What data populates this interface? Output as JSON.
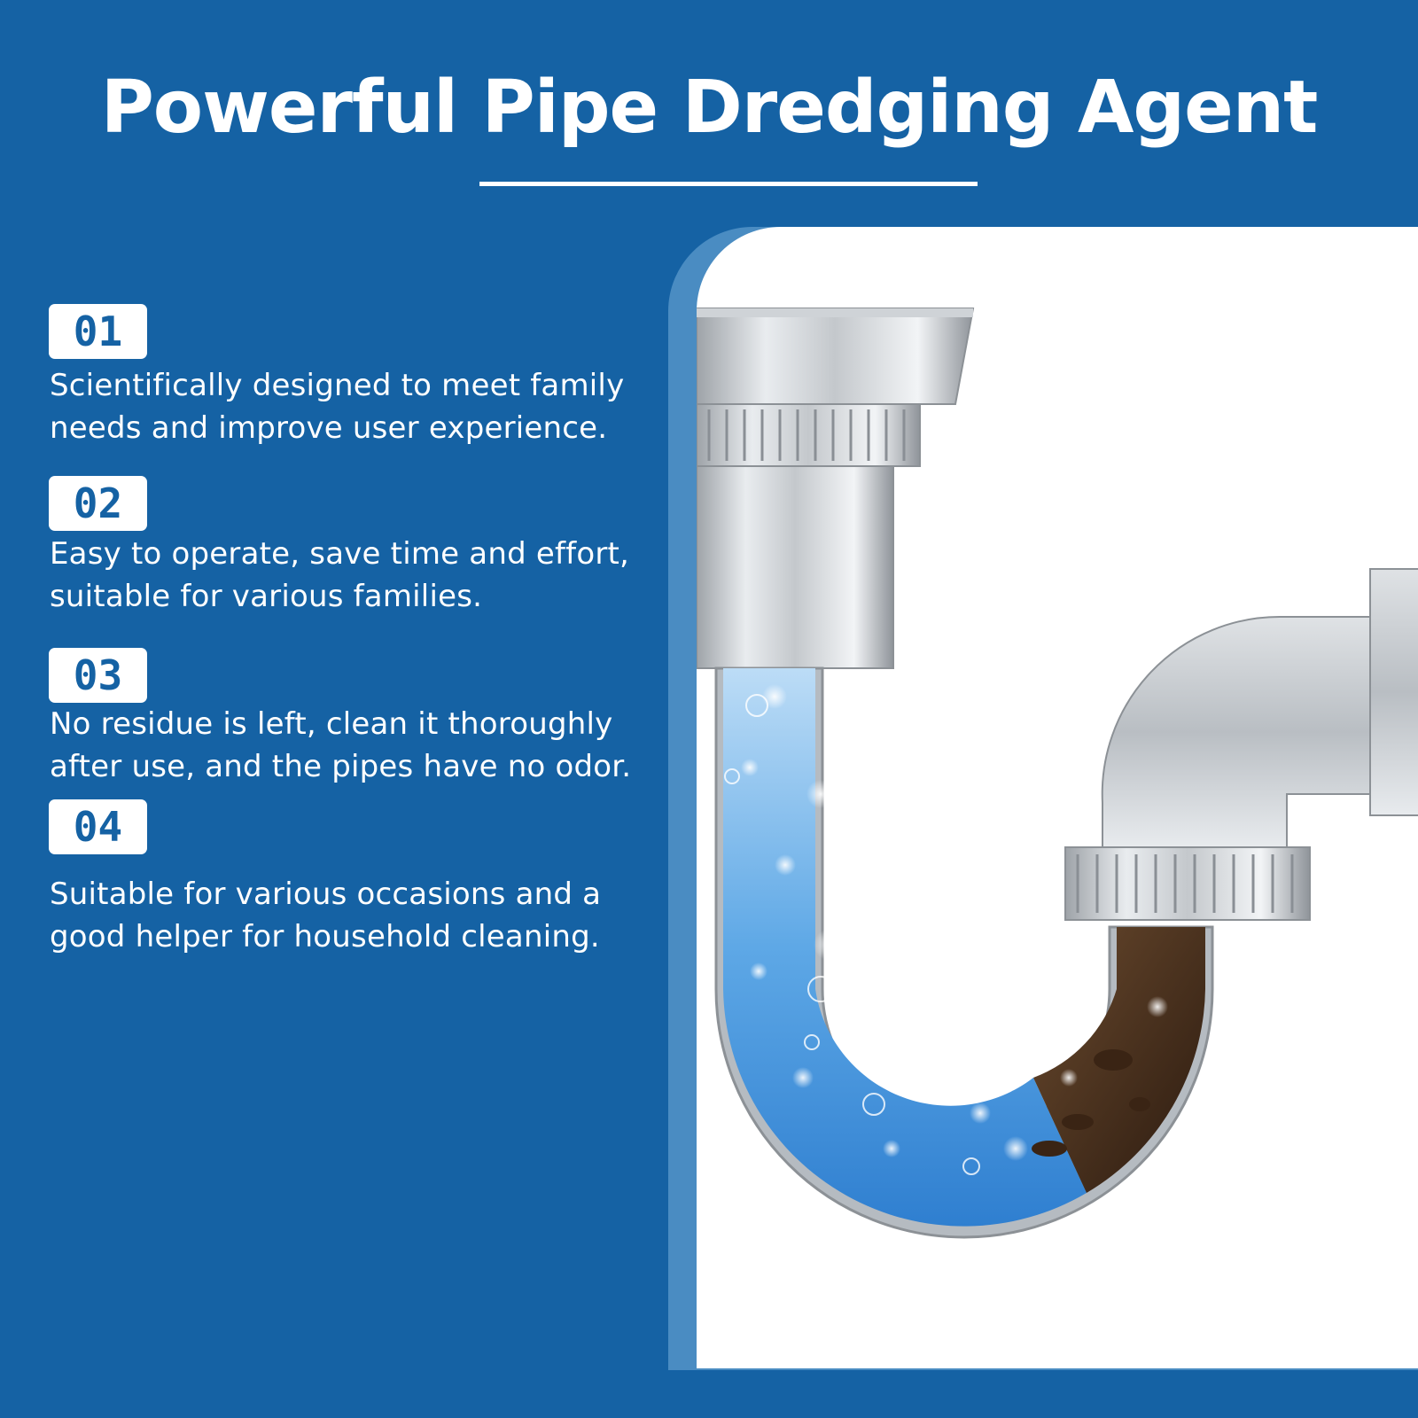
{
  "header": {
    "title": "Powerful Pipe Dredging Agent"
  },
  "features": [
    {
      "number": "01",
      "text": "Scientifically designed to meet family needs and improve user experience."
    },
    {
      "number": "02",
      "text": "Easy to operate, save time and effort, suitable for various families."
    },
    {
      "number": "03",
      "text": "No residue is left, clean it thoroughly after use, and the pipes have no odor."
    },
    {
      "number": "04",
      "text": "Suitable for various occasions and a good helper for household cleaning."
    }
  ],
  "colors": {
    "background": "#1562a4",
    "panel_accent": "#4a8cc2",
    "badge_bg": "#ffffff",
    "text": "#ffffff"
  },
  "illustration": {
    "subject": "sink-drain-p-trap-icon"
  }
}
